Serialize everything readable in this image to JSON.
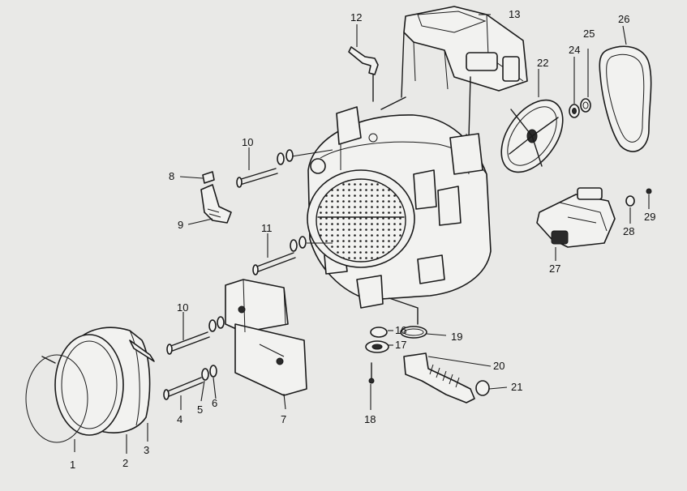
{
  "colors": {
    "paper": "#e9e9e7",
    "ink": "#1a1a1a"
  },
  "callouts": [
    {
      "id": "1",
      "text": "1"
    },
    {
      "id": "2",
      "text": "2"
    },
    {
      "id": "3",
      "text": "3"
    },
    {
      "id": "4",
      "text": "4"
    },
    {
      "id": "5",
      "text": "5"
    },
    {
      "id": "6",
      "text": "6"
    },
    {
      "id": "7",
      "text": "7"
    },
    {
      "id": "8",
      "text": "8"
    },
    {
      "id": "9",
      "text": "9"
    },
    {
      "id": "10a",
      "text": "10"
    },
    {
      "id": "10b",
      "text": "10"
    },
    {
      "id": "11",
      "text": "11"
    },
    {
      "id": "12",
      "text": "12"
    },
    {
      "id": "13",
      "text": "13"
    },
    {
      "id": "16",
      "text": "16"
    },
    {
      "id": "17",
      "text": "17"
    },
    {
      "id": "18",
      "text": "18"
    },
    {
      "id": "19",
      "text": "19"
    },
    {
      "id": "20",
      "text": "20"
    },
    {
      "id": "21",
      "text": "21"
    },
    {
      "id": "22",
      "text": "22"
    },
    {
      "id": "24",
      "text": "24"
    },
    {
      "id": "25",
      "text": "25"
    },
    {
      "id": "26",
      "text": "26"
    },
    {
      "id": "27",
      "text": "27"
    },
    {
      "id": "28",
      "text": "28"
    },
    {
      "id": "29",
      "text": "29"
    }
  ]
}
